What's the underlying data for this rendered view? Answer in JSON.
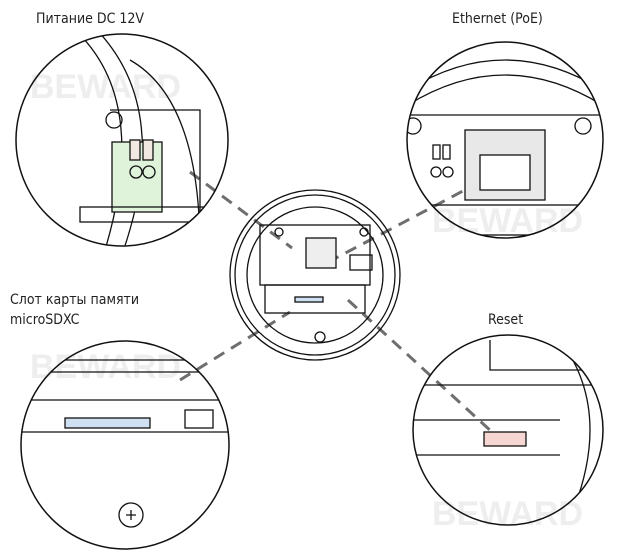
{
  "labels": {
    "power": "Питание DC 12V",
    "ethernet": "Ethernet (PoE)",
    "sd_line1": "Слот карты памяти",
    "sd_line2": "microSDXC",
    "reset": "Reset"
  },
  "watermark": "BEWARD",
  "colors": {
    "power_highlight": "#dff3da",
    "ethernet_highlight": "#e8e8e8",
    "sd_highlight": "#cfe0f2",
    "reset_highlight": "#f6d6d2",
    "line": "#6e6e6e"
  }
}
